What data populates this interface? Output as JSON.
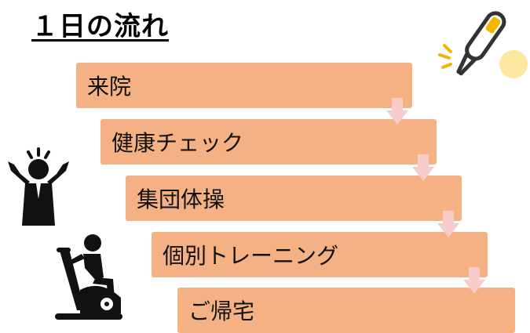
{
  "title": "１日の流れ",
  "steps": [
    {
      "label": "来院"
    },
    {
      "label": "健康チェック"
    },
    {
      "label": "集団体操"
    },
    {
      "label": "個別トレーニング"
    },
    {
      "label": "ご帰宅"
    }
  ],
  "colors": {
    "step_fill": "#f4b183",
    "arrow_fill": "#f8cbcb",
    "text": "#111111"
  },
  "icons": [
    "thermometer-icon",
    "cheering-person-icon",
    "exercise-bike-icon"
  ]
}
